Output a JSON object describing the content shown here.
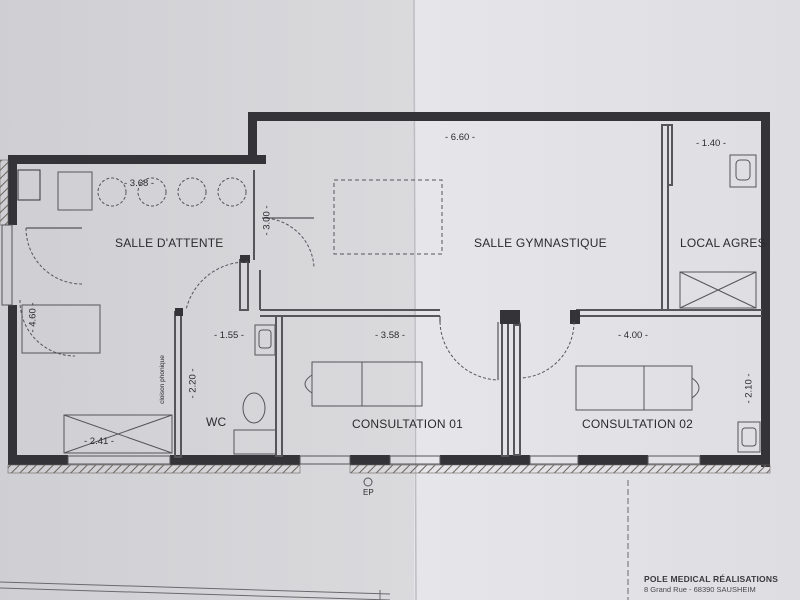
{
  "plan": {
    "rooms": {
      "salle_attente": "SALLE D'ATTENTE",
      "salle_gymnastique": "SALLE GYMNASTIQUE",
      "local_agres": "LOCAL AGRES",
      "wc": "WC",
      "consultation_01": "CONSULTATION 01",
      "consultation_02": "CONSULTATION 02"
    },
    "dimensions": {
      "d_660": "- 6.60 -",
      "d_140": "- 1.40 -",
      "d_368": "- 3.68 -",
      "d_300": "- 3.00 -",
      "d_460": "- 4.60 -",
      "d_155": "- 1.55 -",
      "d_358": "- 3.58 -",
      "d_400": "- 4.00 -",
      "d_220": "- 2.20 -",
      "d_210": "- 2.10 -",
      "d_241": "- 2.41 -"
    },
    "annotations": {
      "cloison": "cloison phonique",
      "ep": "EP"
    }
  },
  "title_block": {
    "company": "POLE MEDICAL RÉALISATIONS",
    "address": "8 Grand Rue - 68390 SAUSHEIM"
  },
  "colors": {
    "paper": "#e2e2e6",
    "wall": "#333338",
    "line": "#55555a",
    "brick": "#8a7f78"
  }
}
